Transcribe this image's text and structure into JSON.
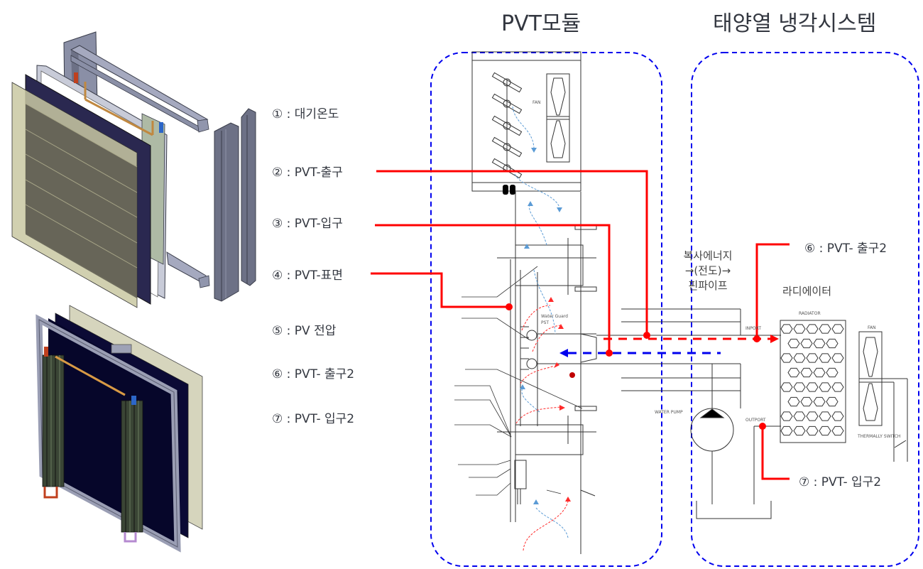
{
  "titles": {
    "pvt_module": "PVT모듈",
    "solar_cooling": "태양열 냉각시스템"
  },
  "legend": [
    {
      "num": "①",
      "text": ": 대기온도"
    },
    {
      "num": "②",
      "text": ": PVT-출구"
    },
    {
      "num": "③",
      "text": ": PVT-입구"
    },
    {
      "num": "④",
      "text": ": PVT-표면"
    },
    {
      "num": "⑤",
      "text": ": PV 전압"
    },
    {
      "num": "⑥",
      "text": ": PVT- 출구2"
    },
    {
      "num": "⑦",
      "text": ": PVT- 입구2"
    }
  ],
  "callouts": {
    "outlet2": "⑥ : PVT- 출구2",
    "inlet2": "⑦ : PVT- 입구2"
  },
  "annotations": {
    "transfer_line1": "복사에너지",
    "transfer_line2": "→(전도)→",
    "transfer_line3": "핀파이프",
    "radiator": "라디에이터"
  },
  "drawing_labels": {
    "fan": "FAN",
    "radiator_small": "RADIATOR",
    "inport": "INPORT",
    "outport": "OUTPORT",
    "water_pump": "WATER PUMP",
    "thermally_switch": "THERMALLY SWITCH",
    "water_guard": "Water Guard",
    "pst": "PST"
  },
  "colors": {
    "sensor_line": "#ff0000",
    "boundary": "#0000ee",
    "cold_flow": "#0000ee",
    "air_flow_blue": "#5b9bd5",
    "air_flow_red": "#ff2a2a",
    "text": "#333740"
  }
}
